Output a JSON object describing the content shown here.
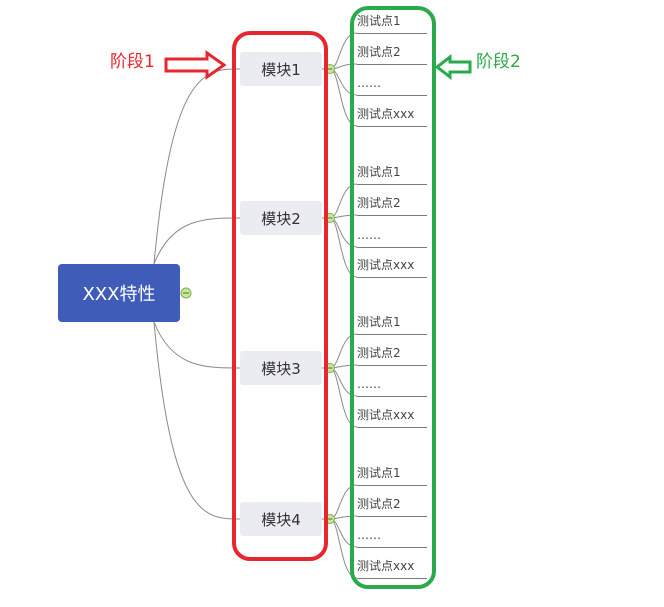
{
  "root": {
    "label": "XXX特性"
  },
  "stages": [
    {
      "label": "阶段1",
      "color": "#e8262d"
    },
    {
      "label": "阶段2",
      "color": "#2aaa4a"
    }
  ],
  "modules": [
    {
      "label": "模块1",
      "points": [
        "测试点1",
        "测试点2",
        "……",
        "测试点xxx"
      ]
    },
    {
      "label": "模块2",
      "points": [
        "测试点1",
        "测试点2",
        "……",
        "测试点xxx"
      ]
    },
    {
      "label": "模块3",
      "points": [
        "测试点1",
        "测试点2",
        "……",
        "测试点xxx"
      ]
    },
    {
      "label": "模块4",
      "points": [
        "测试点1",
        "测试点2",
        "……",
        "测试点xxx"
      ]
    }
  ],
  "colors": {
    "root_fill": "#3f5cb8",
    "module_fill": "#ebebf2",
    "connector": "#8a8a8a",
    "collapse_button": "#c8e6a0",
    "stage1_frame": "#e8262d",
    "stage2_frame": "#2aaa4a"
  },
  "icons": [
    "collapse-toggle-icon",
    "right-arrow-icon",
    "left-arrow-icon"
  ]
}
